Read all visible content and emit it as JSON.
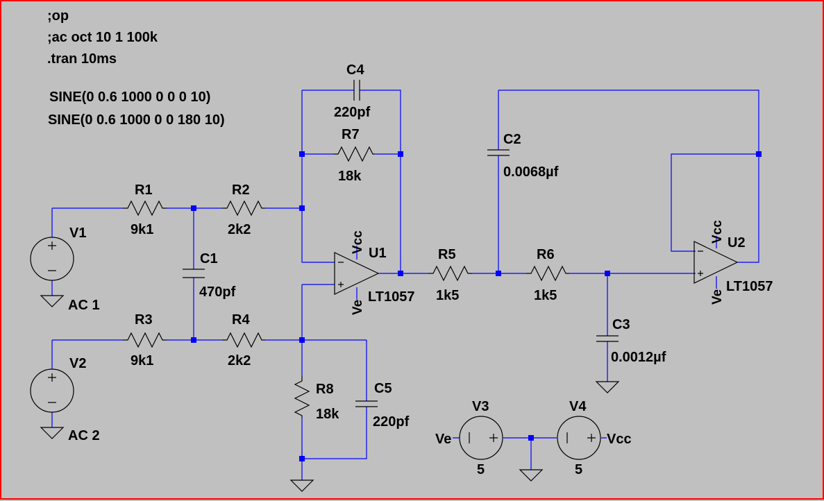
{
  "directives": [
    ";op",
    ";ac oct 10 1 100k",
    ".tran 10ms"
  ],
  "source_specs": [
    "SINE(0 0.6 1000 0 0 0 10)",
    "SINE(0 0.6 1000 0 0 180 10)"
  ],
  "components": {
    "R1": {
      "name": "R1",
      "value": "9k1"
    },
    "R2": {
      "name": "R2",
      "value": "2k2"
    },
    "R3": {
      "name": "R3",
      "value": "9k1"
    },
    "R4": {
      "name": "R4",
      "value": "2k2"
    },
    "R5": {
      "name": "R5",
      "value": "1k5"
    },
    "R6": {
      "name": "R6",
      "value": "1k5"
    },
    "R7": {
      "name": "R7",
      "value": "18k"
    },
    "R8": {
      "name": "R8",
      "value": "18k"
    },
    "C1": {
      "name": "C1",
      "value": "470pf"
    },
    "C2": {
      "name": "C2",
      "value": "0.0068µf"
    },
    "C3": {
      "name": "C3",
      "value": "0.0012µf"
    },
    "C4": {
      "name": "C4",
      "value": "220pf"
    },
    "C5": {
      "name": "C5",
      "value": "220pf"
    },
    "V1": {
      "name": "V1",
      "value": "AC 1"
    },
    "V2": {
      "name": "V2",
      "value": "AC 2"
    },
    "V3": {
      "name": "V3",
      "value": "5"
    },
    "V4": {
      "name": "V4",
      "value": "5"
    },
    "U1": {
      "name": "U1",
      "model": "LT1057"
    },
    "U2": {
      "name": "U2",
      "model": "LT1057"
    }
  },
  "net_labels": {
    "vcc": "Vcc",
    "ve": "Ve"
  },
  "colors": {
    "background": "#c0c0c0",
    "wire": "#0000ff",
    "component": "#000000",
    "border": "#ff0000"
  }
}
